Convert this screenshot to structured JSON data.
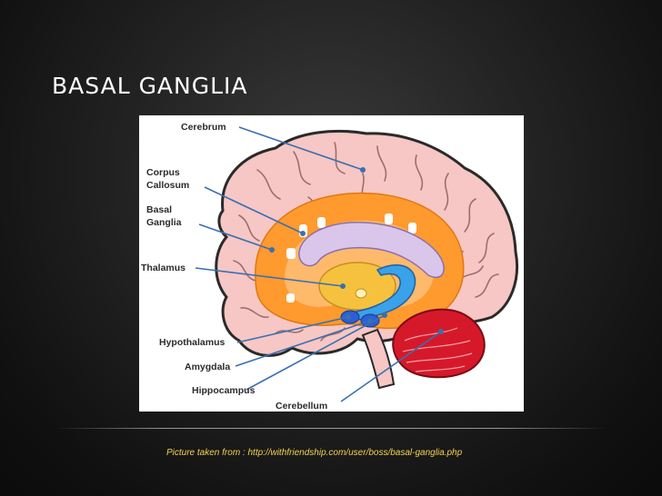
{
  "slide": {
    "title": "BASAL GANGLIA",
    "caption": "Picture taken from : http://withfriendship.com/user/boss/basal-ganglia.php"
  },
  "diagram": {
    "labels": {
      "cerebrum": "Cerebrum",
      "corpus_1": "Corpus",
      "corpus_2": "Callosum",
      "basal_1": "Basal",
      "basal_2": "Ganglia",
      "thalamus": "Thalamus",
      "hypothalamus": "Hypothalamus",
      "amygdala": "Amygdala",
      "hippocampus": "Hippocampus",
      "cerebellum": "Cerebellum"
    },
    "colors": {
      "cerebrum": "#f6c7c4",
      "cerebrum_outline": "#2a2a2a",
      "corpus_callosum": "#ff9a2e",
      "basal_ganglia": "#d9c6ea",
      "thalamus": "#f6c23e",
      "hypothalamus": "#2a5fd8",
      "hippocampus": "#3aa2e8",
      "cerebellum": "#d6192a",
      "leader_line": "#3a6fb0"
    }
  }
}
